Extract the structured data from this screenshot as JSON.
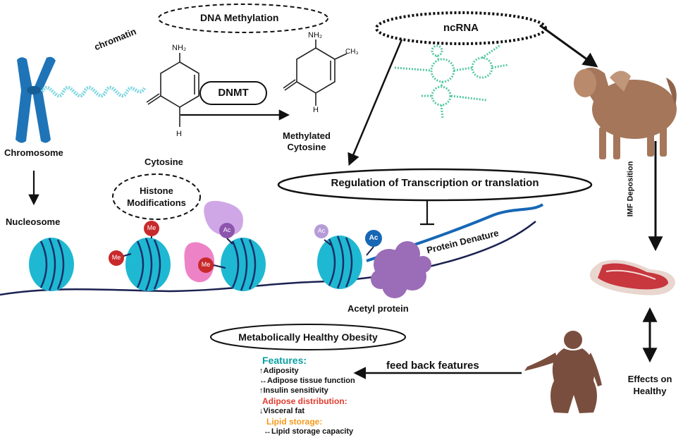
{
  "labels": {
    "dna_methylation": "DNA Methylation",
    "chromatin": "chromatin",
    "nh2_a": "NH₂",
    "nh2_b": "NH₂",
    "ch3": "CH₃",
    "dnmt": "DNMT",
    "h_a": "H",
    "h_b": "H",
    "chromosome": "Chromosome",
    "cytosine": "Cytosine",
    "methylated_cytosine_1": "Methylated",
    "methylated_cytosine_2": "Cytosine",
    "ncrna": "ncRNA",
    "regulation": "Regulation of Transcription or translation",
    "histone_mod_1": "Histone",
    "histone_mod_2": "Modifications",
    "nucleosome": "Nucleosome",
    "protein_denature": "Protein Denature",
    "acetyl_protein": "Acetyl protein",
    "imf_deposition": "IMF Deposition",
    "mho": "Metabolically Healthy Obesity",
    "feedback": "feed back features",
    "effects_1": "Effects on",
    "effects_2": "Healthy",
    "me": "Me",
    "ac": "Ac"
  },
  "features": {
    "features_title": "Features:",
    "features_items": [
      "↑Adiposity",
      "↔Adipose tissue function",
      "↑Insulin sensitivity"
    ],
    "adipose_title": "Adipose distribution:",
    "adipose_items": [
      "↓Visceral fat"
    ],
    "lipid_title": "Lipid storage:",
    "lipid_items": [
      "↔Lipid storage capacity"
    ]
  },
  "colors": {
    "teal": "#0a9fa3",
    "red": "#e23b2e",
    "orange": "#f59a1b",
    "chromosome": "#1f74b8",
    "nucleosome": "#1fb8d3",
    "rna": "#56c9a0",
    "me_red": "#c8292b",
    "ac_blue": "#1767b5",
    "purple": "#a474c8"
  }
}
